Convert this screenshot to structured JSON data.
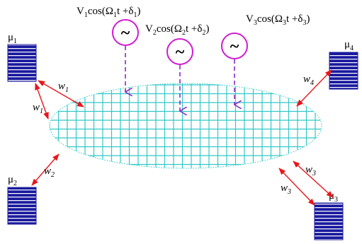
{
  "colors": {
    "grid": "#33c7c7",
    "reservoir_fill": "#1a1a9e",
    "reservoir_lines": "#ffffff",
    "coupling": "#e8161b",
    "source": "#d21bd2",
    "arrow": "#8a2bc6",
    "text": "#000000"
  },
  "reservoirs": [
    {
      "id": "mu1",
      "name": "μ",
      "sub": "1"
    },
    {
      "id": "mu2",
      "name": "μ",
      "sub": "2"
    },
    {
      "id": "mu3",
      "name": "μ",
      "sub": "3"
    },
    {
      "id": "mu4",
      "name": "μ",
      "sub": "4"
    }
  ],
  "couplings": [
    {
      "id": "w1a",
      "name": "w",
      "sub": "1"
    },
    {
      "id": "w1b",
      "name": "w",
      "sub": "1"
    },
    {
      "id": "w2",
      "name": "w",
      "sub": "2"
    },
    {
      "id": "w3a",
      "name": "w",
      "sub": "3"
    },
    {
      "id": "w3b",
      "name": "w",
      "sub": "3"
    },
    {
      "id": "w4",
      "name": "w",
      "sub": "4"
    }
  ],
  "sources": [
    {
      "id": "src1",
      "symbol": "~",
      "amp": "V",
      "amp_sub": "1",
      "fn": "cos(Ω",
      "freq_sub": "1",
      "mid": "t +δ",
      "phase_sub": "1",
      "close": ")"
    },
    {
      "id": "src2",
      "symbol": "~",
      "amp": "V",
      "amp_sub": "2",
      "fn": "cos(Ω",
      "freq_sub": "2",
      "mid": "t +δ",
      "phase_sub": "2",
      "close": ")"
    },
    {
      "id": "src3",
      "symbol": "~",
      "amp": "V",
      "amp_sub": "3",
      "fn": "cos(Ω",
      "freq_sub": "3",
      "mid": "t +δ",
      "phase_sub": "3",
      "close": ")"
    }
  ]
}
